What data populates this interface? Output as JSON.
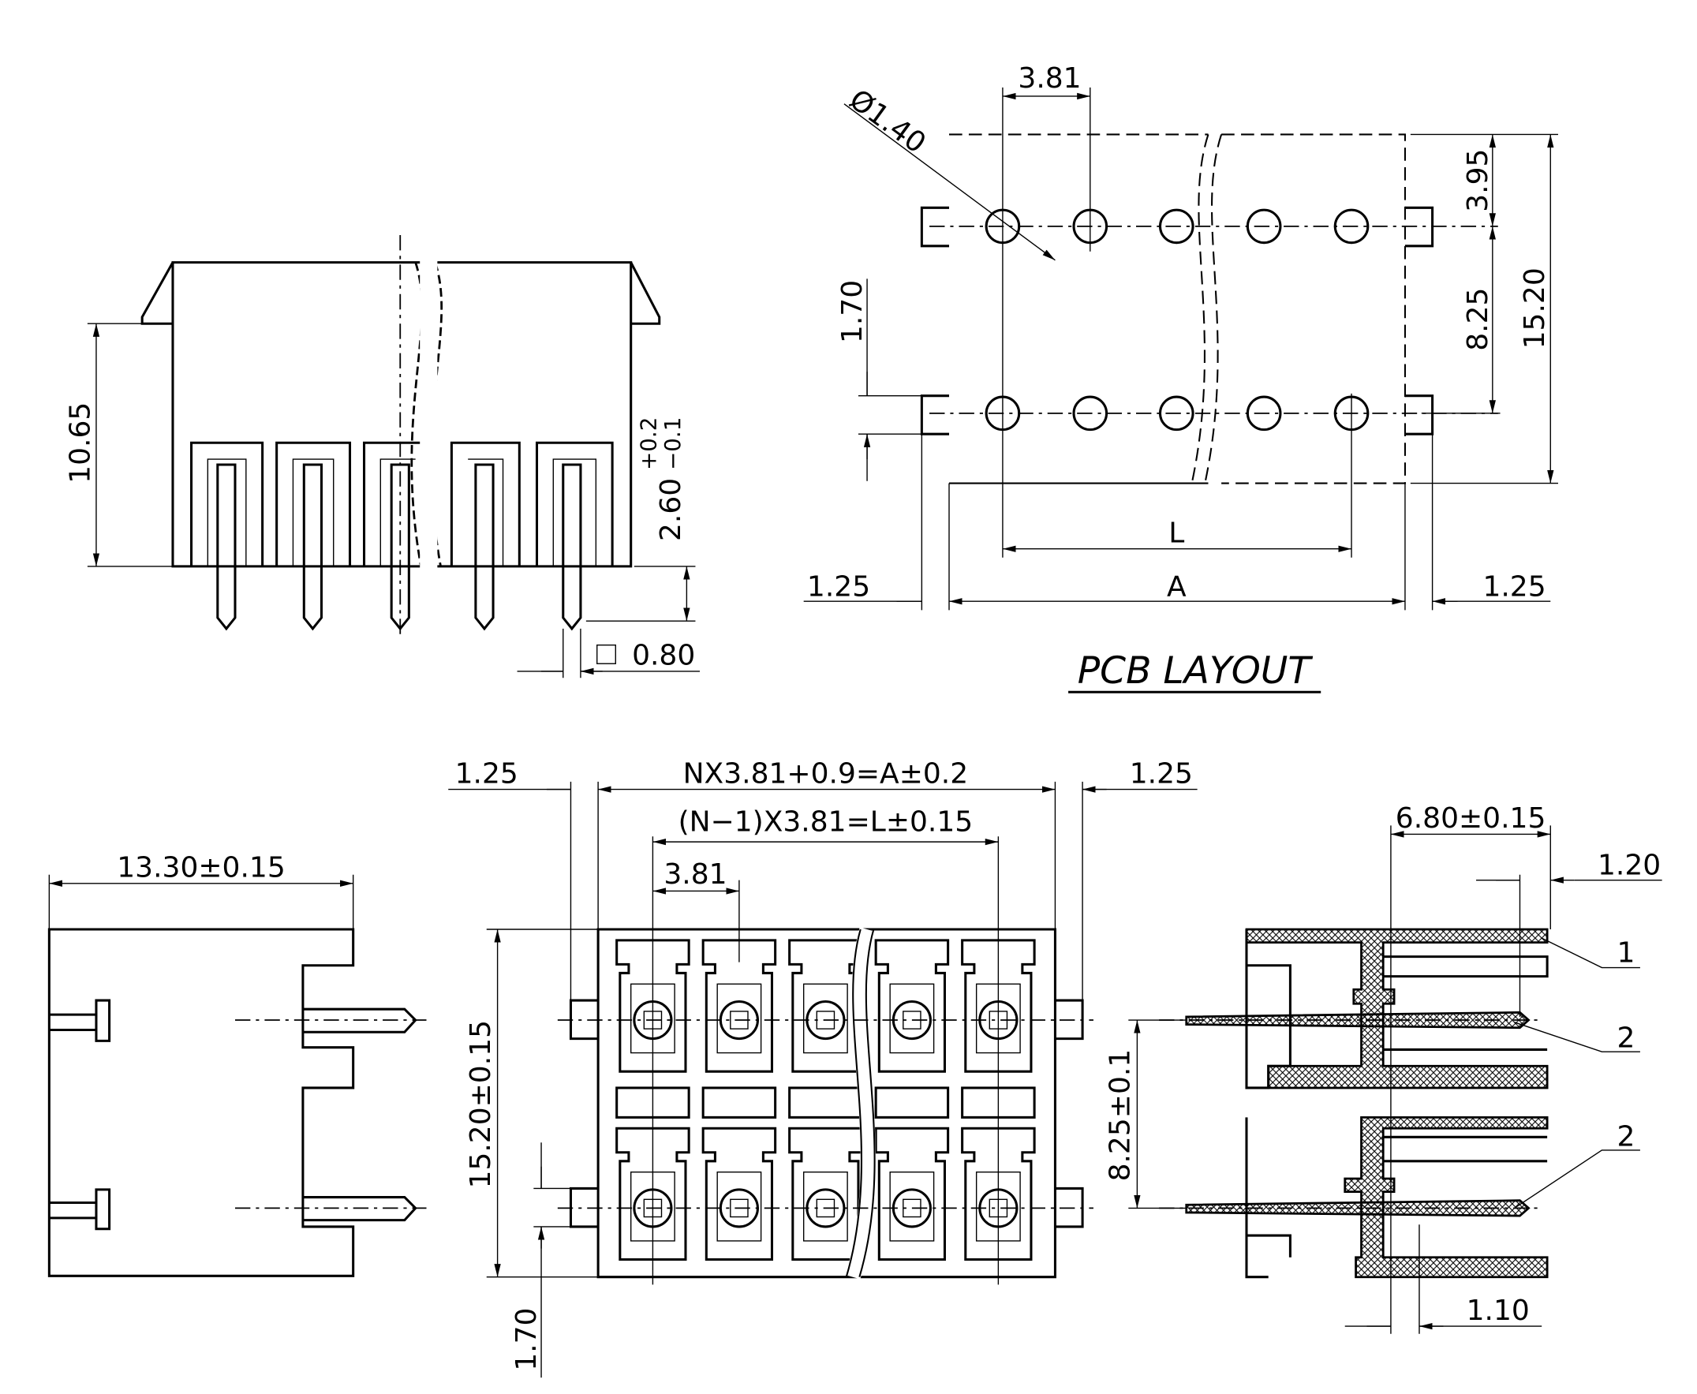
{
  "front_view": {
    "height": "10.65",
    "pin_len": "2.60",
    "tol_plus": "+0.2",
    "tol_minus": "−0.1",
    "pin_size": "0.80"
  },
  "pcb_layout": {
    "title": "PCB LAYOUT",
    "pitch": "3.81",
    "hole_dia": "Ø1.40",
    "dim_top": "3.95",
    "row_spacing": "8.25",
    "total_height": "15.20",
    "peg_offset": "1.70",
    "L": "L",
    "A": "A",
    "left_margin": "1.25",
    "right_margin": "1.25"
  },
  "side_view": {
    "depth": "13.30±0.15"
  },
  "top_view": {
    "left_margin": "1.25",
    "right_margin": "1.25",
    "formula_A": "NX3.81+0.9=A±0.2",
    "formula_L": "(N−1)X3.81=L±0.15",
    "pitch": "3.81",
    "height": "15.20±0.15",
    "peg_offset": "1.70"
  },
  "section_view": {
    "width": "6.80±0.15",
    "tip": "1.20",
    "row_spacing": "8.25±0.1",
    "offset": "1.10",
    "callouts": [
      "1",
      "2",
      "2"
    ]
  }
}
